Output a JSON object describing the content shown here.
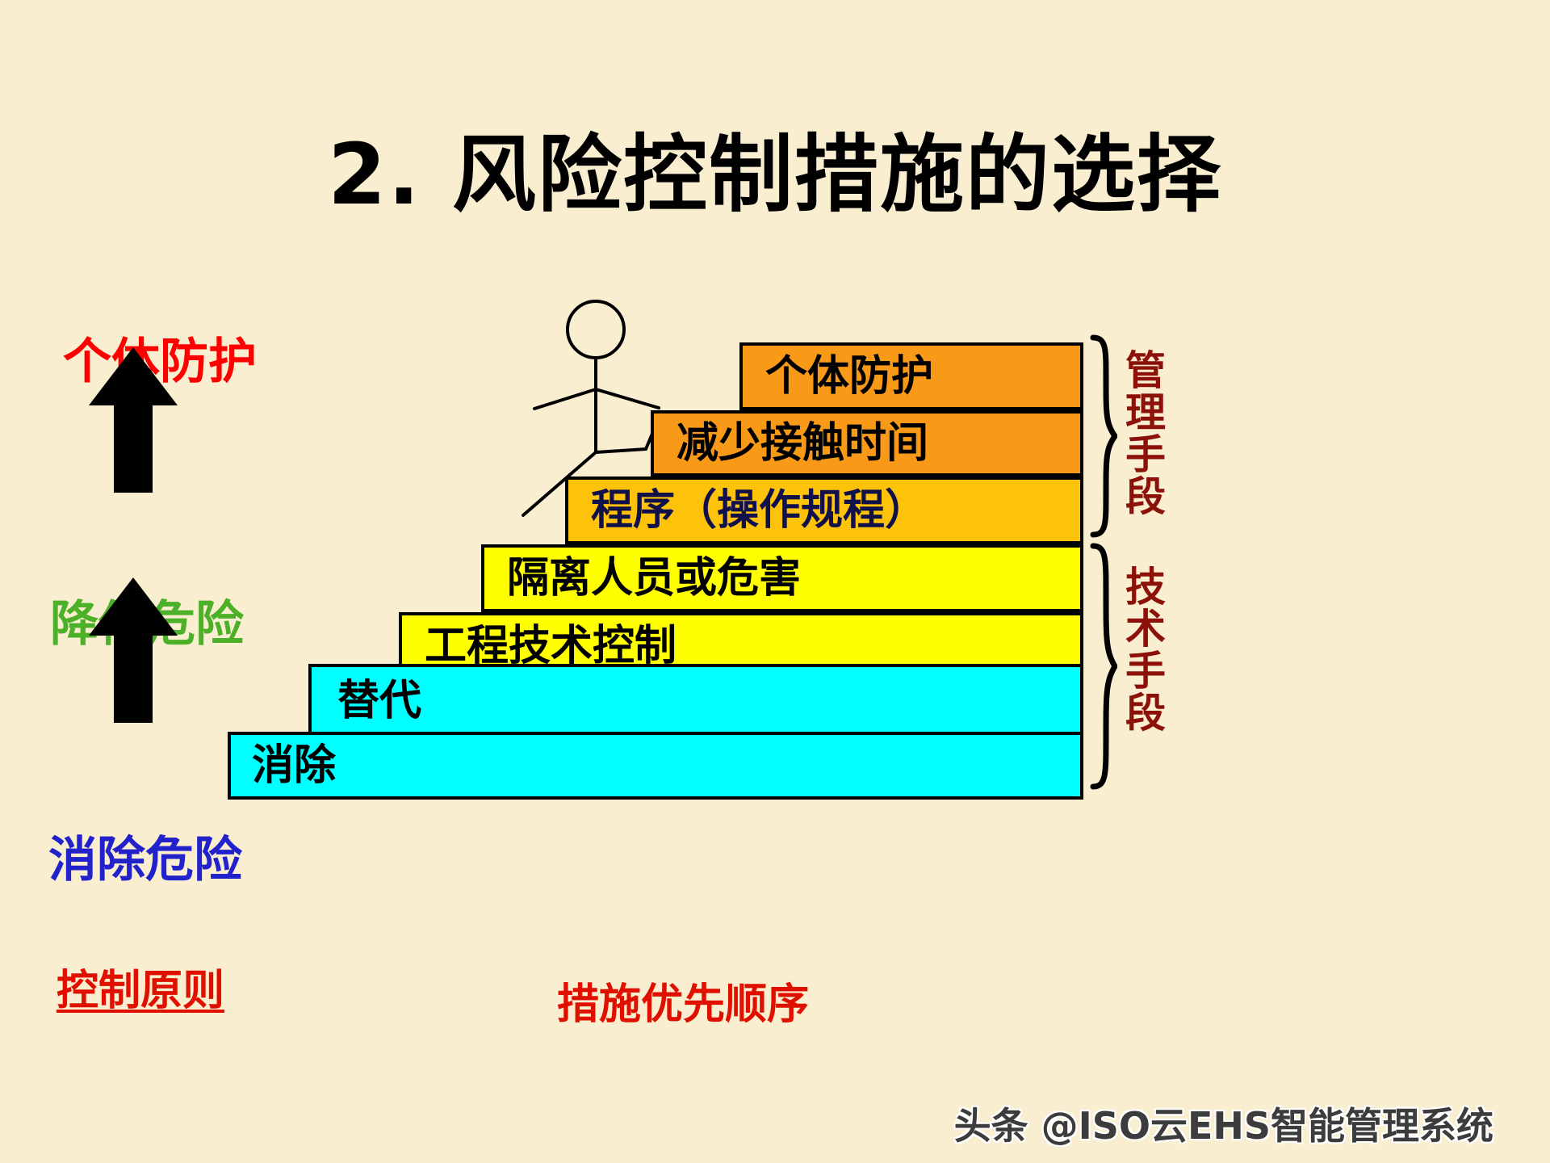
{
  "slide": {
    "title": "2. 风险控制措施的选择",
    "background_color": "#faeed0",
    "bottom_caption": "措施优先顺序",
    "watermark": "头条 @ISO云EHS智能管理系统"
  },
  "principles": {
    "heading": "控制原则",
    "heading_color": "#e01000",
    "items": [
      {
        "label": "个体防护",
        "color": "#ff0000"
      },
      {
        "label": "降低危险",
        "color": "#4db029"
      },
      {
        "label": "消除危险",
        "color": "#2222cc"
      }
    ]
  },
  "arrows": [
    {
      "name": "upper-arrow"
    },
    {
      "name": "lower-arrow"
    }
  ],
  "staircase": {
    "axis_caption": "措施优先顺序",
    "steps": [
      {
        "label": "个体防护",
        "color": "#f89a18",
        "text_color": "#000000",
        "rank": 7
      },
      {
        "label": "减少接触时间",
        "color": "#f89a18",
        "text_color": "#000000",
        "rank": 6
      },
      {
        "label": "程序（操作规程）",
        "color": "#fdc20a",
        "text_color": "#10104a",
        "rank": 5
      },
      {
        "label": "隔离人员或危害",
        "color": "#ffff00",
        "text_color": "#000000",
        "rank": 4
      },
      {
        "label": "工程技术控制",
        "color": "#ffff00",
        "text_color": "#000000",
        "rank": 3
      },
      {
        "label": "替代",
        "color": "#00ffff",
        "text_color": "#000000",
        "rank": 2
      },
      {
        "label": "消除",
        "color": "#00ffff",
        "text_color": "#000000",
        "rank": 1
      }
    ]
  },
  "categories": [
    {
      "label": "管理手段",
      "color": "#8c1109",
      "covers": [
        "个体防护",
        "减少接触时间",
        "程序（操作规程）"
      ]
    },
    {
      "label": "技术手段",
      "color": "#8c1109",
      "covers": [
        "隔离人员或危害",
        "工程技术控制",
        "替代",
        "消除"
      ]
    }
  ]
}
